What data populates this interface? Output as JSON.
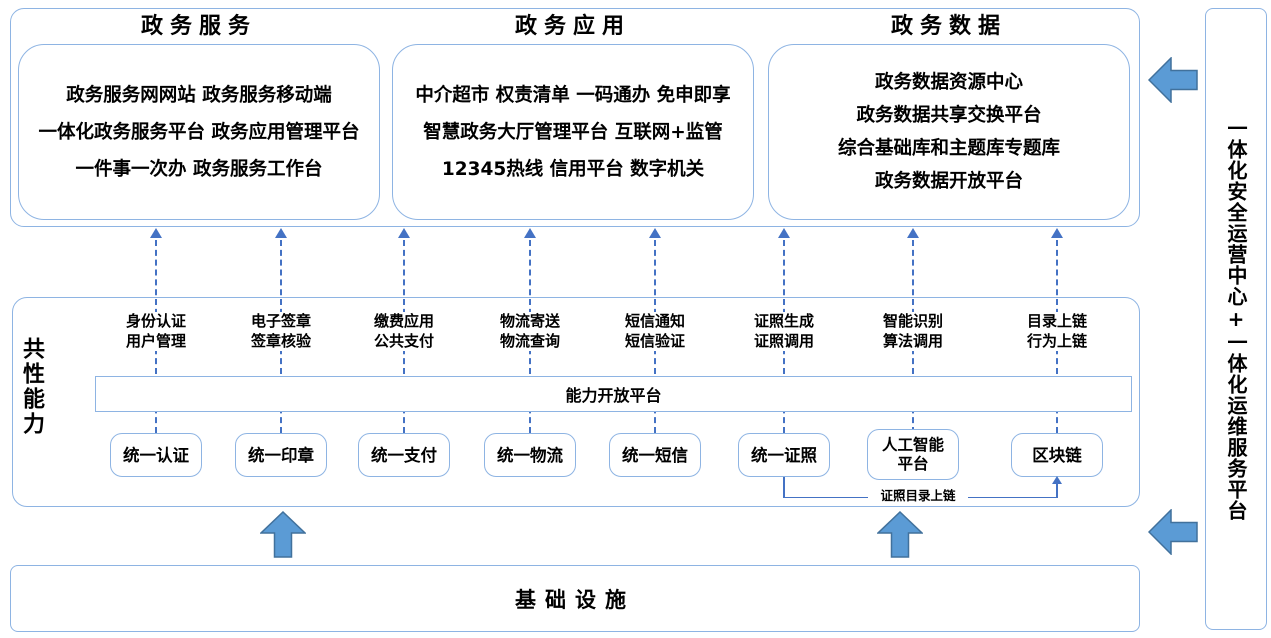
{
  "top": {
    "sections": [
      {
        "title": "政务服务",
        "lines": [
          "政务服务网网站 政务服务移动端",
          "一体化政务服务平台 政务应用管理平台",
          "一件事一次办 政务服务工作台"
        ]
      },
      {
        "title": "政务应用",
        "lines": [
          "中介超市 权责清单 一码通办 免申即享",
          "智慧政务大厅管理平台 互联网+监管",
          "12345热线 信用平台 数字机关"
        ]
      },
      {
        "title": "政务数据",
        "lines": [
          "政务数据资源中心",
          "政务数据共享交换平台",
          "综合基础库和主题库专题库",
          "政务数据开放平台"
        ]
      }
    ]
  },
  "middle": {
    "side_label": "共性能力",
    "platform_bar": "能力开放平台",
    "columns": [
      {
        "label": "身份认证\n用户管理",
        "box": "统一认证"
      },
      {
        "label": "电子签章\n签章核验",
        "box": "统一印章"
      },
      {
        "label": "缴费应用\n公共支付",
        "box": "统一支付"
      },
      {
        "label": "物流寄送\n物流查询",
        "box": "统一物流"
      },
      {
        "label": "短信通知\n短信验证",
        "box": "统一短信"
      },
      {
        "label": "证照生成\n证照调用",
        "box": "统一证照"
      },
      {
        "label": "智能识别\n算法调用",
        "box": "人工智能\n平台"
      },
      {
        "label": "目录上链\n行为上链",
        "box": "区块链"
      }
    ],
    "connector_label": "证照目录上链"
  },
  "bottom": {
    "title": "基础设施"
  },
  "sidebar": {
    "title": "一体化安全运营中心+一体化运维服务平台"
  },
  "icons": {
    "up_arrows": "block-arrow-up",
    "left_arrows": "block-arrow-left",
    "dashed_arrows": "dashed-arrow-up"
  },
  "colors": {
    "box_border": "#8EB4E3",
    "dash_blue": "#4472C4",
    "arrow_fill": "#5B9BD5",
    "arrow_stroke": "#41719C",
    "text": "#000000",
    "background": "#FFFFFF"
  }
}
